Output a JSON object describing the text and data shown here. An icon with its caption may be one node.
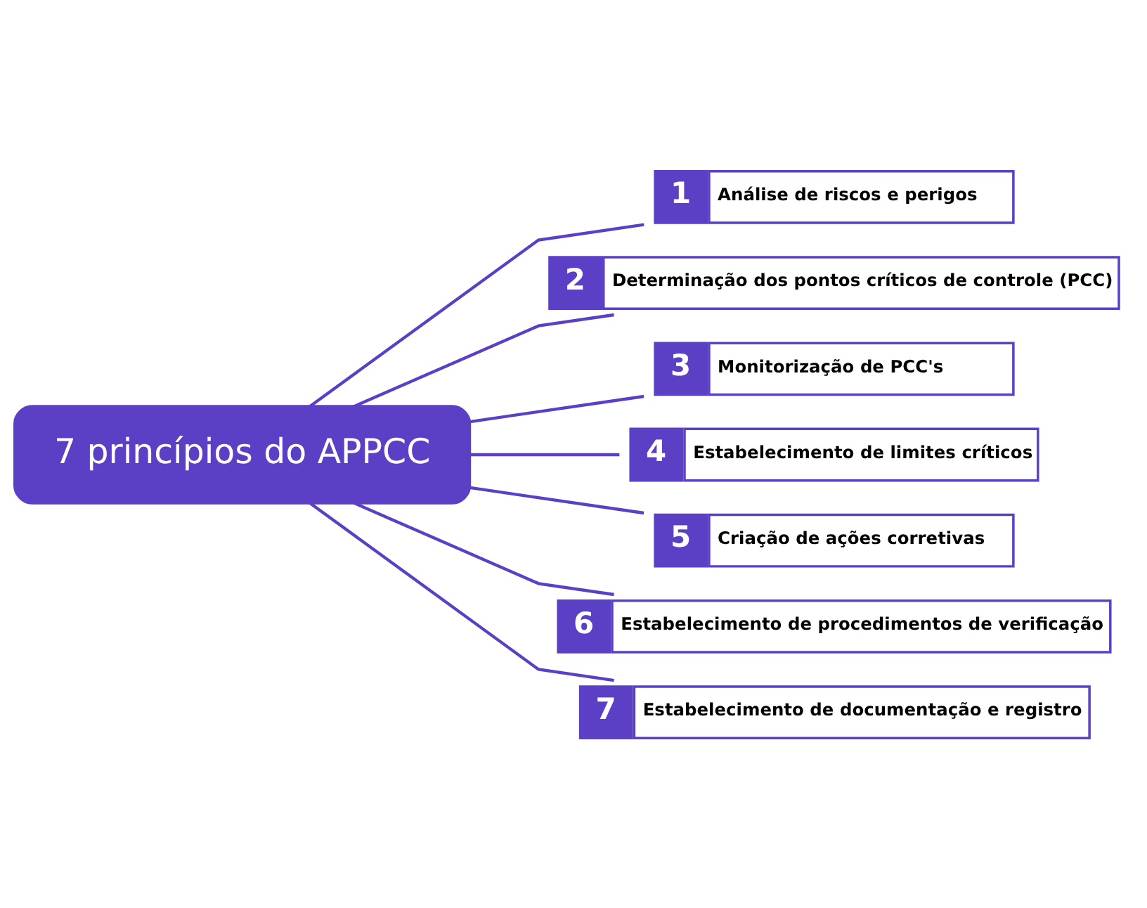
{
  "diagram": {
    "nodes": [
      {
        "text": [
          "7 princípios do APPCC"
        ]
      },
      {
        "text": [
          "1",
          "Análise de riscos e perigos"
        ]
      },
      {
        "text": [
          "2",
          "Determinação dos pontos críticos de controle (PCC)"
        ]
      },
      {
        "text": [
          "3",
          "Monitorização de PCC's"
        ]
      },
      {
        "text": [
          "4",
          "Estabelecimento de limites críticos"
        ]
      },
      {
        "text": [
          "5",
          "Criação de ações corretivas"
        ]
      },
      {
        "text": [
          "6",
          "Estabelecimento de procedimentos de verificação"
        ]
      },
      {
        "text": [
          "7",
          "Estabelecimento de documentação e registro"
        ]
      }
    ],
    "edges": [
      {
        "from": 0,
        "to": 1,
        "arrow": "none"
      },
      {
        "from": 0,
        "to": 2,
        "arrow": "none"
      },
      {
        "from": 0,
        "to": 3,
        "arrow": "none"
      },
      {
        "from": 0,
        "to": 4,
        "arrow": "none"
      },
      {
        "from": 0,
        "to": 5,
        "arrow": "none"
      },
      {
        "from": 0,
        "to": 6,
        "arrow": "none"
      },
      {
        "from": 0,
        "to": 7,
        "arrow": "none"
      }
    ]
  }
}
